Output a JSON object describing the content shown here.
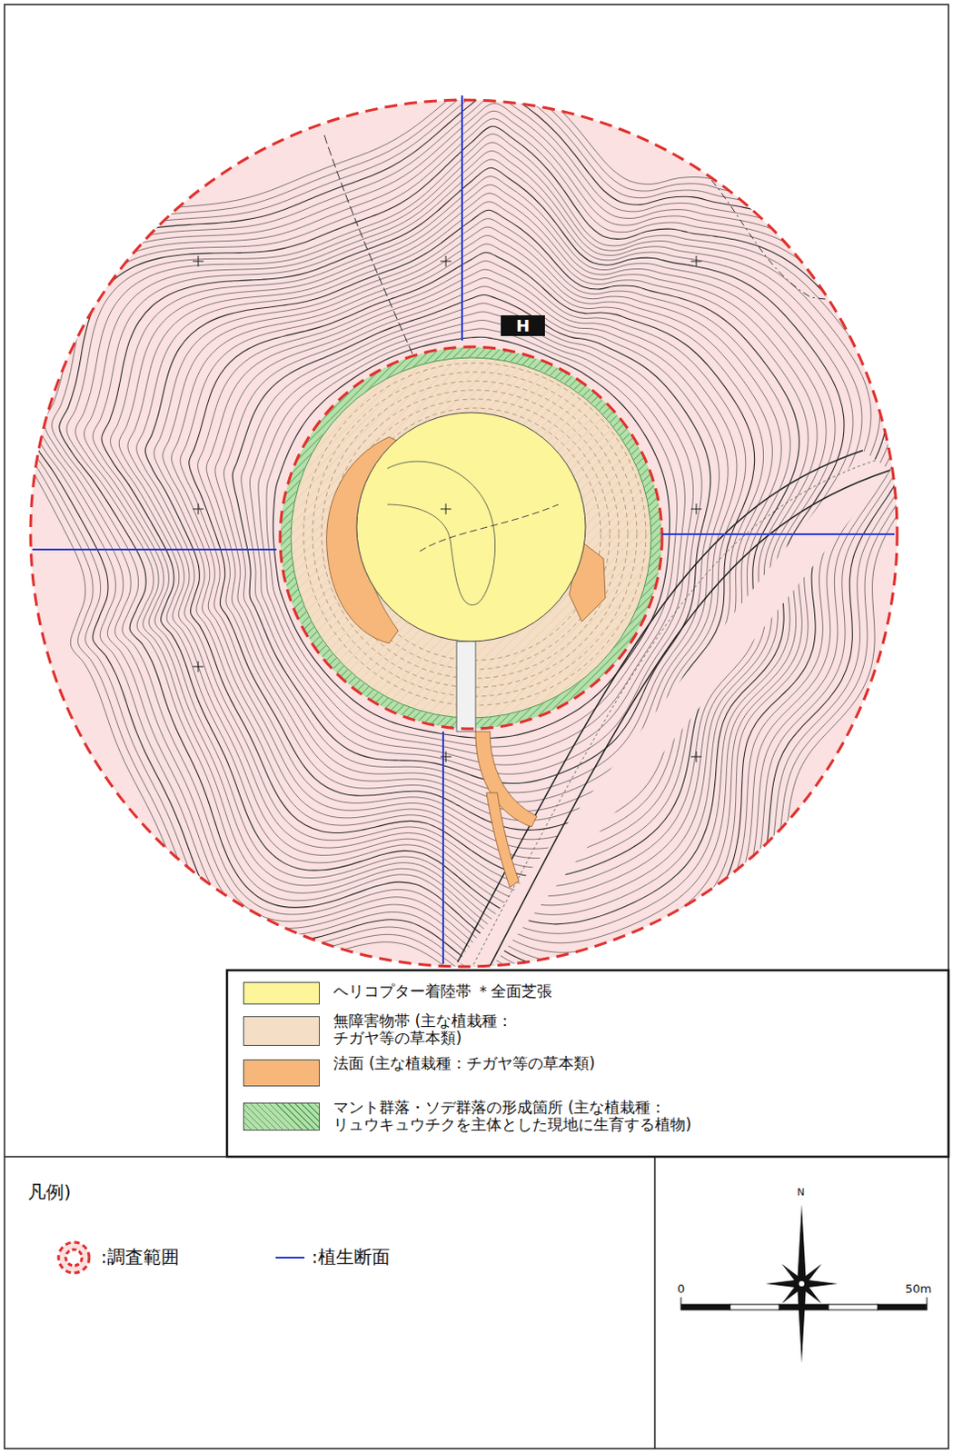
{
  "diagram": {
    "labels": [
      "H",
      "凡例)",
      "N",
      "0",
      "50m"
    ],
    "legend": [
      {
        "text": "ヘリコプター着陸帯 ＊全面芝張",
        "color": "#fdf59a"
      },
      {
        "text": "無障害物帯 (主な植栽種：チガヤ等の草本類)",
        "color": "#f4dec6"
      },
      {
        "text": "法面 (主な植栽種：チガヤ等の草本類)",
        "color": "#f7b77a"
      },
      {
        "text": "マント群落・ソデ群落の形成箇所 (主な植栽種：リュウキュウチクを主体とした現地に生育する植物)",
        "color": "#b5e0ab"
      },
      {
        "text": ":調査範囲"
      },
      {
        "text": ":植生断面"
      }
    ]
  }
}
